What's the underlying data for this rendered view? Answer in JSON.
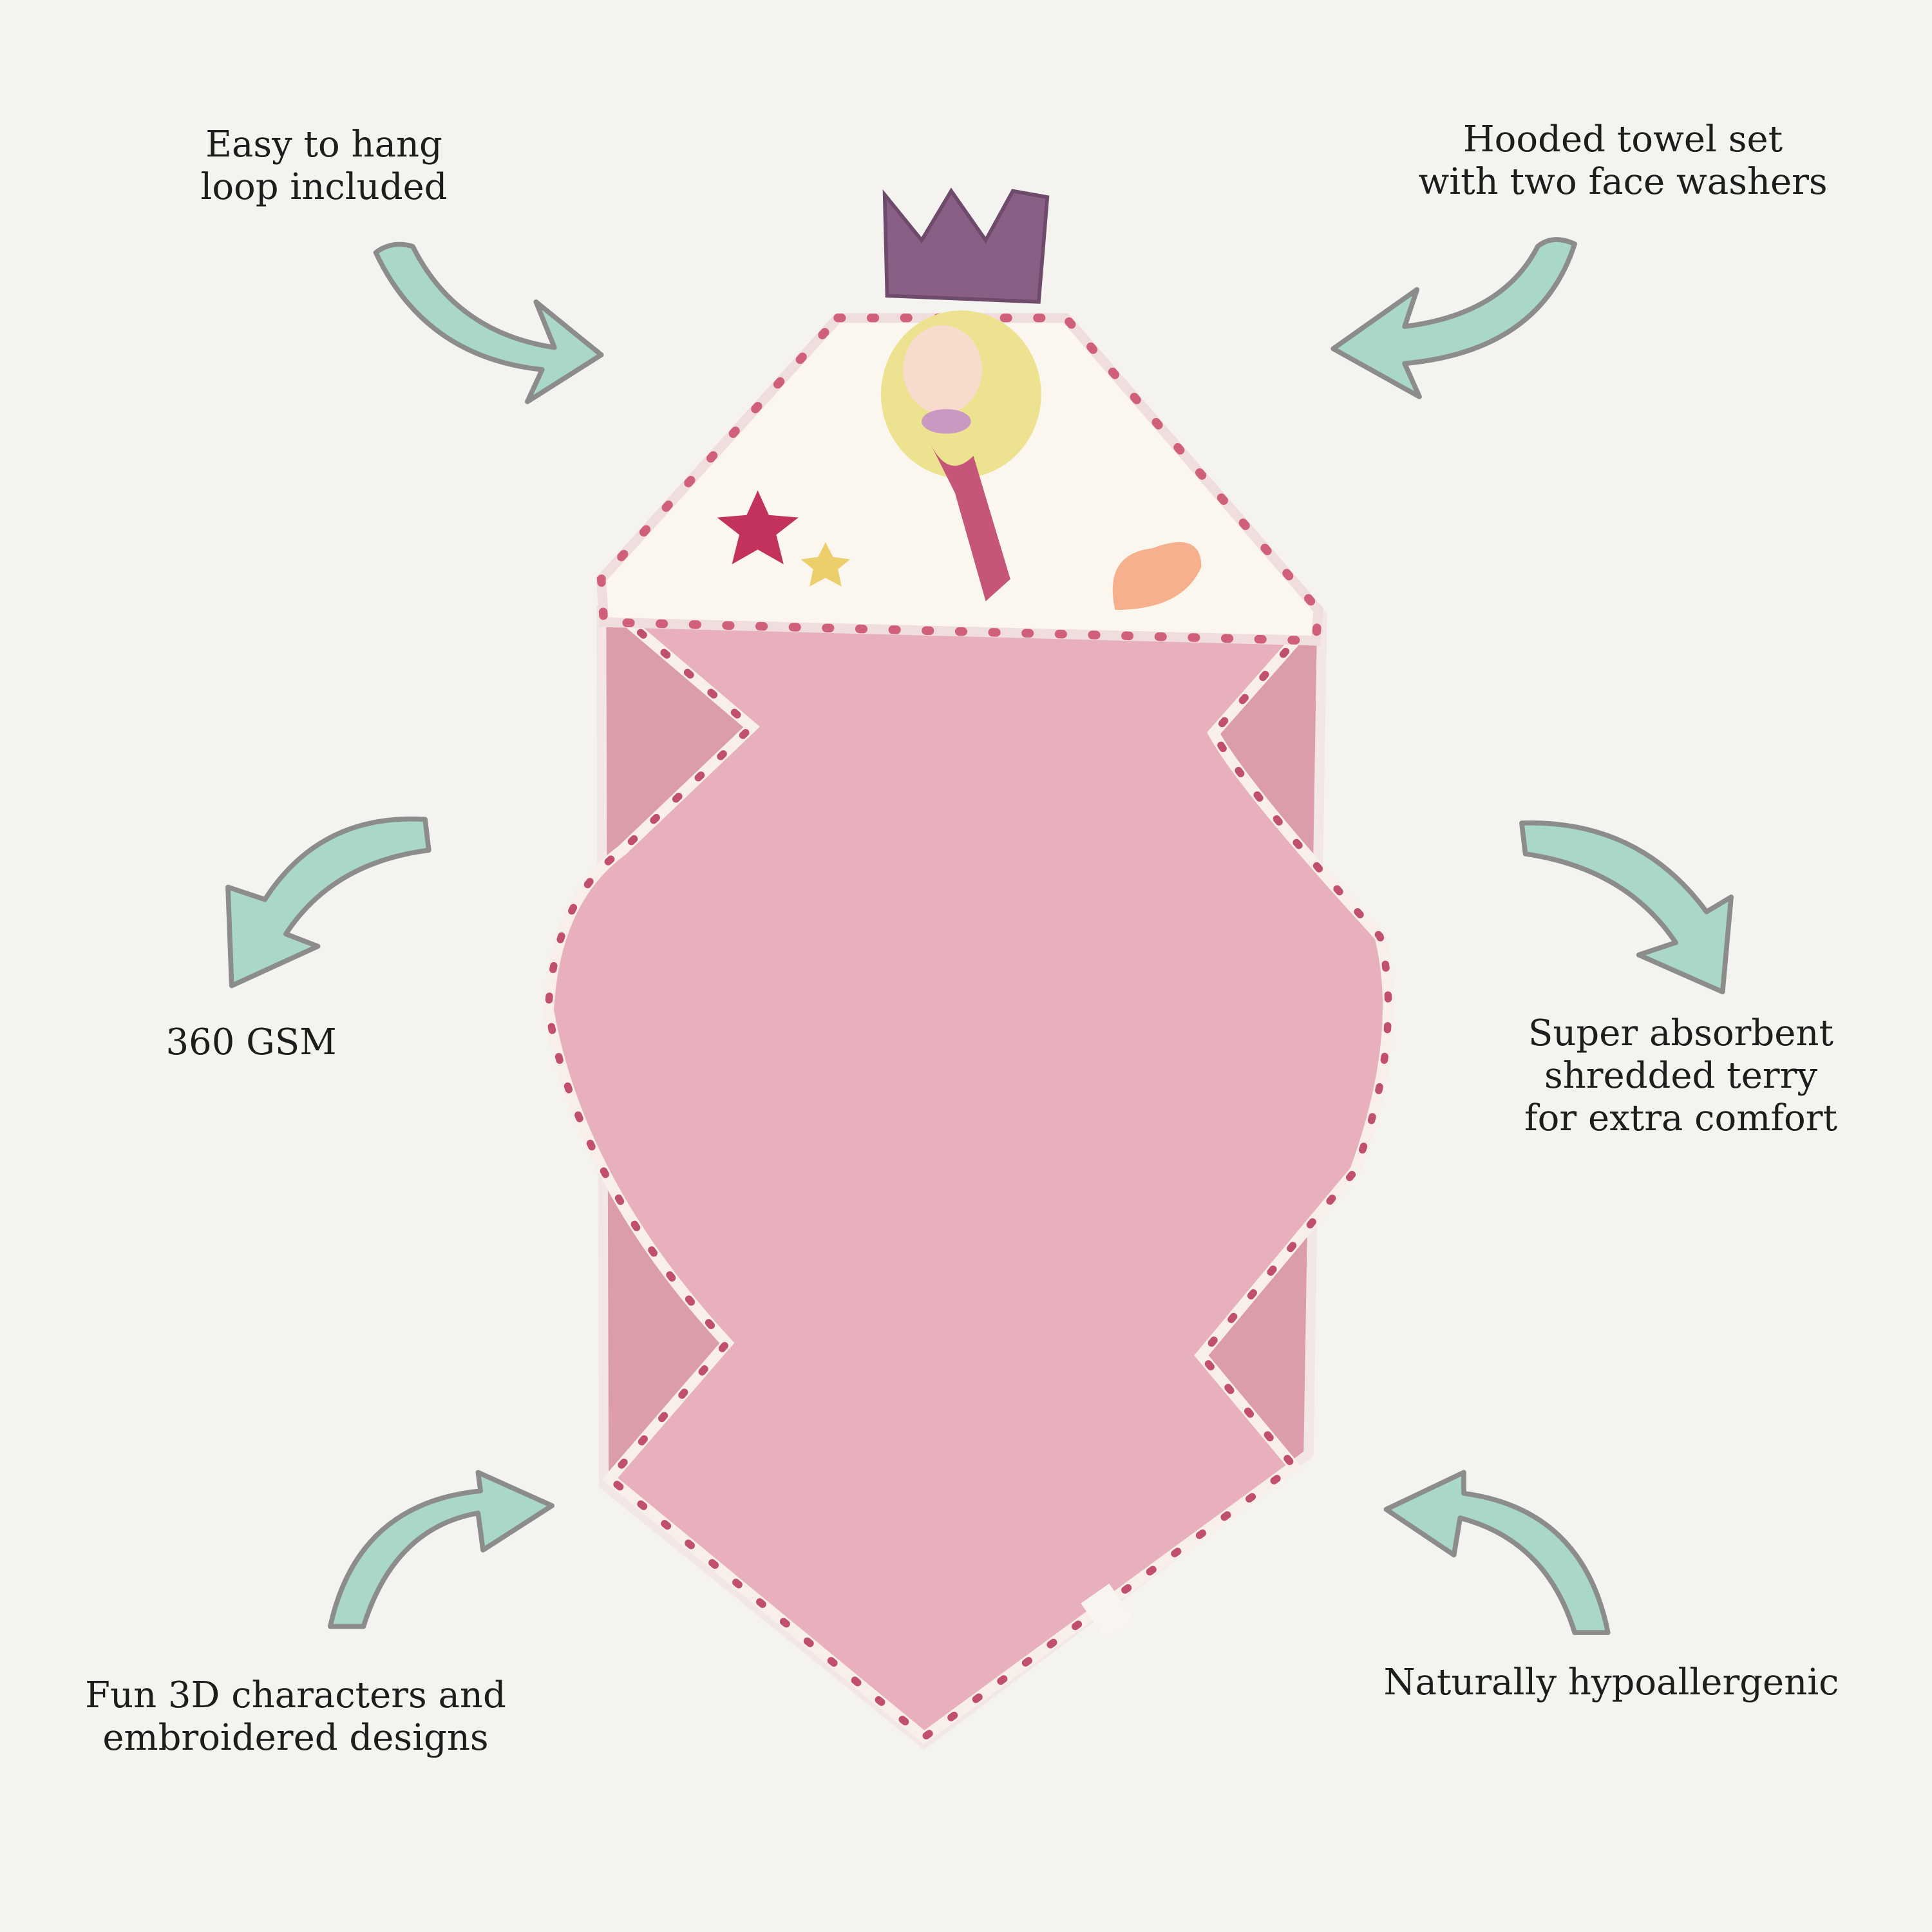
{
  "features": {
    "hang_loop": [
      "Easy to hang",
      "loop included"
    ],
    "set": [
      "Hooded towel set",
      "with two face washers"
    ],
    "gsm": [
      "360 GSM"
    ],
    "absorbent": [
      "Super absorbent",
      "shredded terry",
      "for extra comfort"
    ],
    "characters": [
      "Fun 3D characters and",
      "embroidered designs"
    ],
    "hypoallergenic": [
      "Naturally hypoallergenic"
    ]
  },
  "colors": {
    "background": "#f5f3f0",
    "towel": "#e3a6b3",
    "towel_inner": "#e9b3be",
    "hood": "#faf4ec",
    "crown": "#8a5f86",
    "arrow_fill": "#a9d9c6",
    "arrow_stroke": "#8c8c8c"
  }
}
